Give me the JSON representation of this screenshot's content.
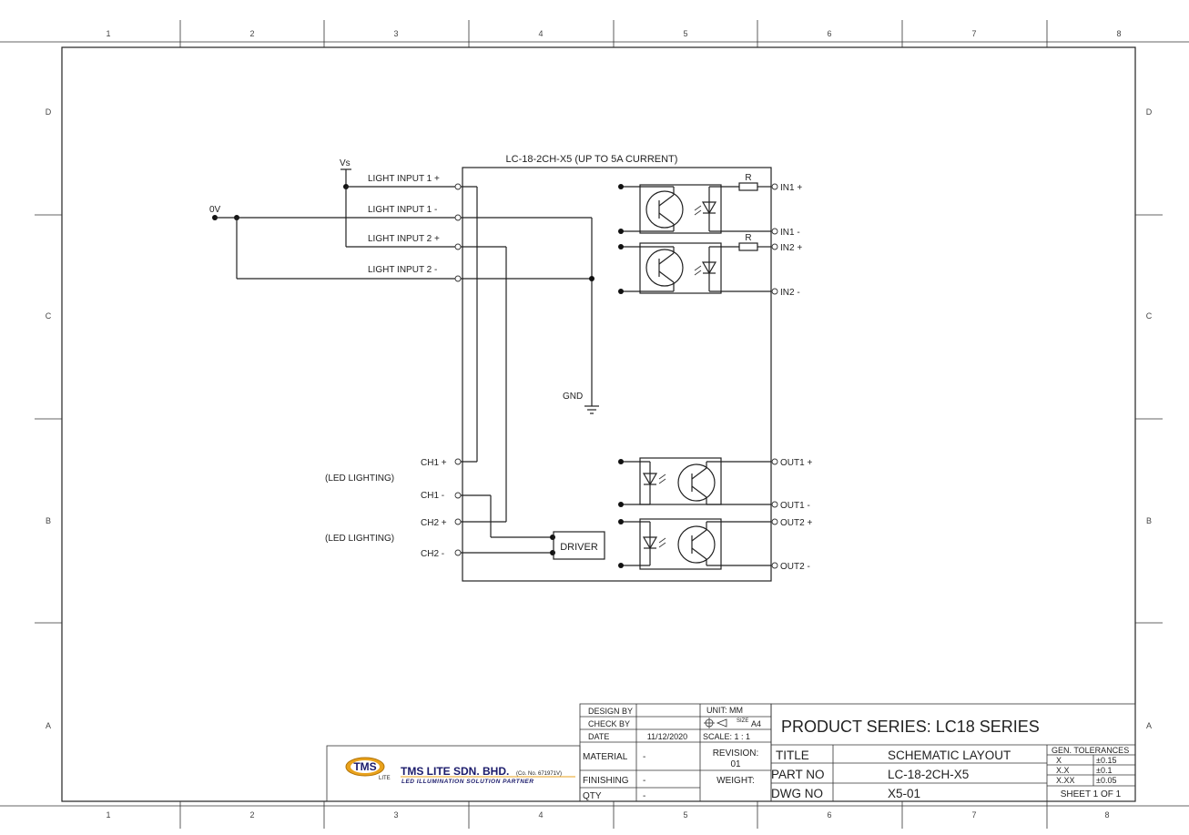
{
  "border": {
    "columns": [
      "1",
      "2",
      "3",
      "4",
      "5",
      "6",
      "7",
      "8"
    ],
    "rows": [
      "D",
      "C",
      "B",
      "A"
    ]
  },
  "schematic": {
    "module_title": "LC-18-2CH-X5 (UP TO 5A CURRENT)",
    "supply": "Vs",
    "ground_rail": "0V",
    "gnd": "GND",
    "light_inputs": [
      "LIGHT INPUT 1 +",
      "LIGHT INPUT 1 -",
      "LIGHT INPUT 2 +",
      "LIGHT INPUT 2 -"
    ],
    "channels": [
      "CH1 +",
      "CH1 -",
      "CH2 +",
      "CH2 -"
    ],
    "led_note": "(LED LIGHTING)",
    "driver": "DRIVER",
    "resistor": "R",
    "inputs": [
      "IN1 +",
      "IN1 -",
      "IN2 +",
      "IN2 -"
    ],
    "outputs": [
      "OUT1 +",
      "OUT1 -",
      "OUT2 +",
      "OUT2 -"
    ]
  },
  "title_block": {
    "design_by_label": "DESIGN BY",
    "check_by_label": "CHECK BY",
    "date_label": "DATE",
    "date_value": "11/12/2020",
    "material_label": "MATERIAL",
    "material_value": "-",
    "finishing_label": "FINISHING",
    "finishing_value": "-",
    "qty_label": "QTY",
    "qty_value": "-",
    "unit": "UNIT:  MM",
    "size_label": "SIZE",
    "size_value": "A4",
    "scale": "SCALE: 1 : 1",
    "revision_label": "REVISION:",
    "revision_value": "01",
    "weight_label": "WEIGHT:",
    "product_series": "PRODUCT SERIES:   LC18 SERIES",
    "title_label": "TITLE",
    "title_value": "SCHEMATIC  LAYOUT",
    "part_no_label": "PART NO",
    "part_no_value": "LC-18-2CH-X5",
    "dwg_no_label": "DWG NO",
    "dwg_no_value": "X5-01",
    "gen_tol_label": "GEN. TOLERANCES",
    "tolerances": [
      [
        "X",
        "±0.15"
      ],
      [
        "X.X",
        "±0.1"
      ],
      [
        "X.XX",
        "±0.05"
      ]
    ],
    "sheet": "SHEET 1 OF 1",
    "company_logo": "TMS",
    "company_logo_sub": "LITE",
    "company_name": "TMS LITE SDN. BHD.",
    "company_reg": "(Co. No. 671971V)",
    "company_tagline": "LED ILLUMINATION SOLUTION PARTNER"
  }
}
